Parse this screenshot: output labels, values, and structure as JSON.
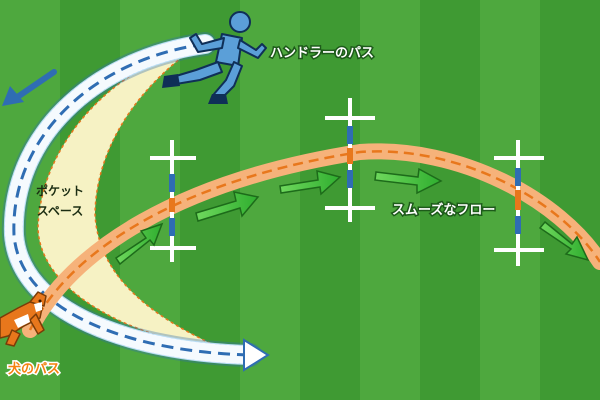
{
  "labels": {
    "handler_path": "ハンドラーのパス",
    "pocket_line1": "ポケット",
    "pocket_line2": "スペース",
    "smooth_flow": "スムーズなフロー",
    "dog_path": "犬のパス"
  },
  "colors": {
    "grass_light": "#4ea83e",
    "grass_dark": "#3f9a33",
    "handler_path": "#8ec3e8",
    "handler_dash": "#2f6db3",
    "dog_path": "#f6b27a",
    "dog_dash": "#e8771c",
    "pocket_fill": "#f6f2c4",
    "flow_arrow": "#3ec43b",
    "handler_figure": "#5b9fd8",
    "dog_figure": "#e8771c"
  },
  "icons": {
    "handler": "running-person-icon",
    "dog": "dog-icon",
    "jump": "jump-hurdle-icon",
    "arrow": "arrow-icon"
  }
}
